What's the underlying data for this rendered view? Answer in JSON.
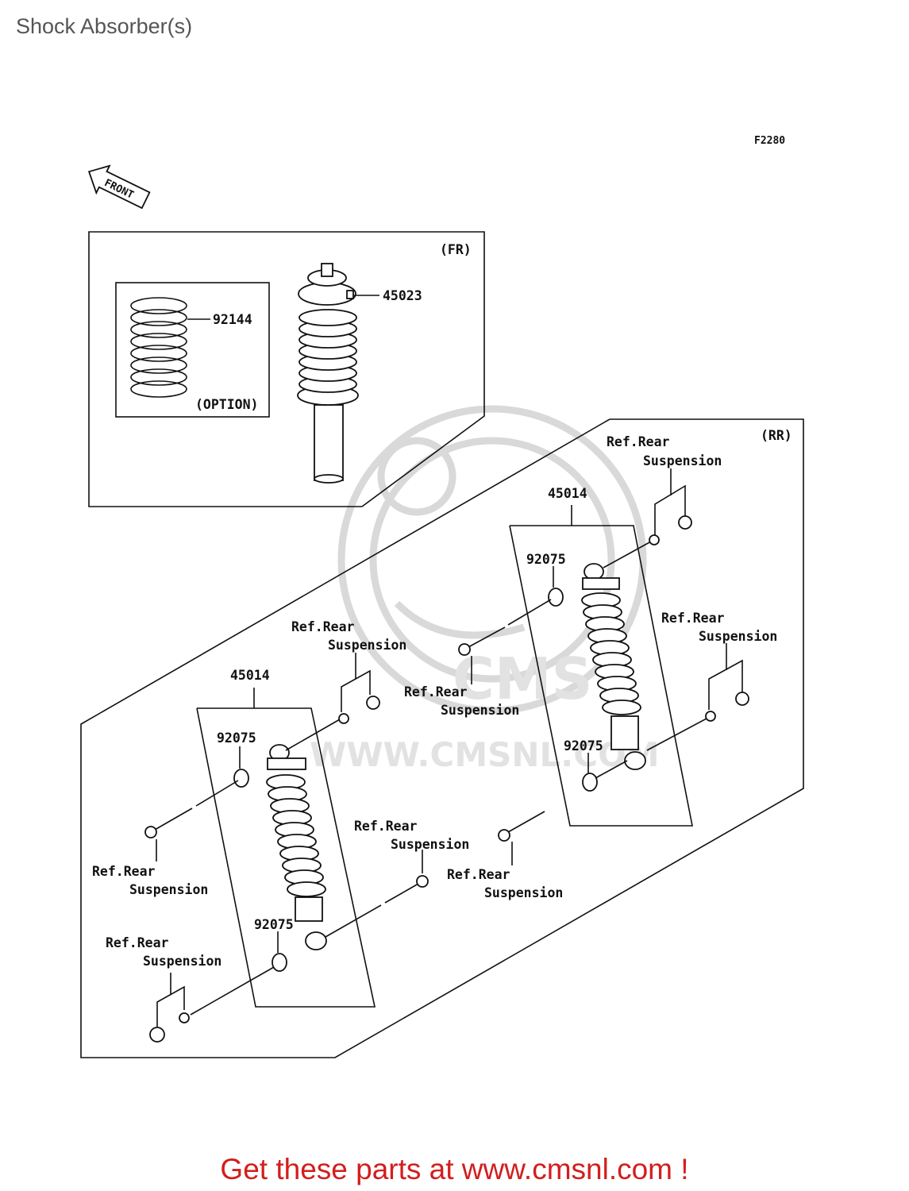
{
  "page": {
    "title": "Shock Absorber(s)"
  },
  "diagram": {
    "figure_code": "F2280",
    "front_arrow_label": "FRONT",
    "watermark_text": "WWW.CMSNL.COM",
    "front_box": {
      "tag": "(FR)",
      "option_tag": "(OPTION)",
      "parts": {
        "shock": "45023",
        "spring": "92144"
      }
    },
    "rear_box": {
      "tag": "(RR)",
      "left_shock": "45014",
      "right_shock": "45014",
      "collar_left_upper": "92075",
      "collar_left_lower": "92075",
      "collar_right_upper": "92075",
      "collar_right_lower": "92075",
      "ref_line1": "Ref.Rear",
      "ref_line2": "Suspension"
    }
  },
  "footer": {
    "cta": "Get these parts at www.cmsnl.com !"
  }
}
